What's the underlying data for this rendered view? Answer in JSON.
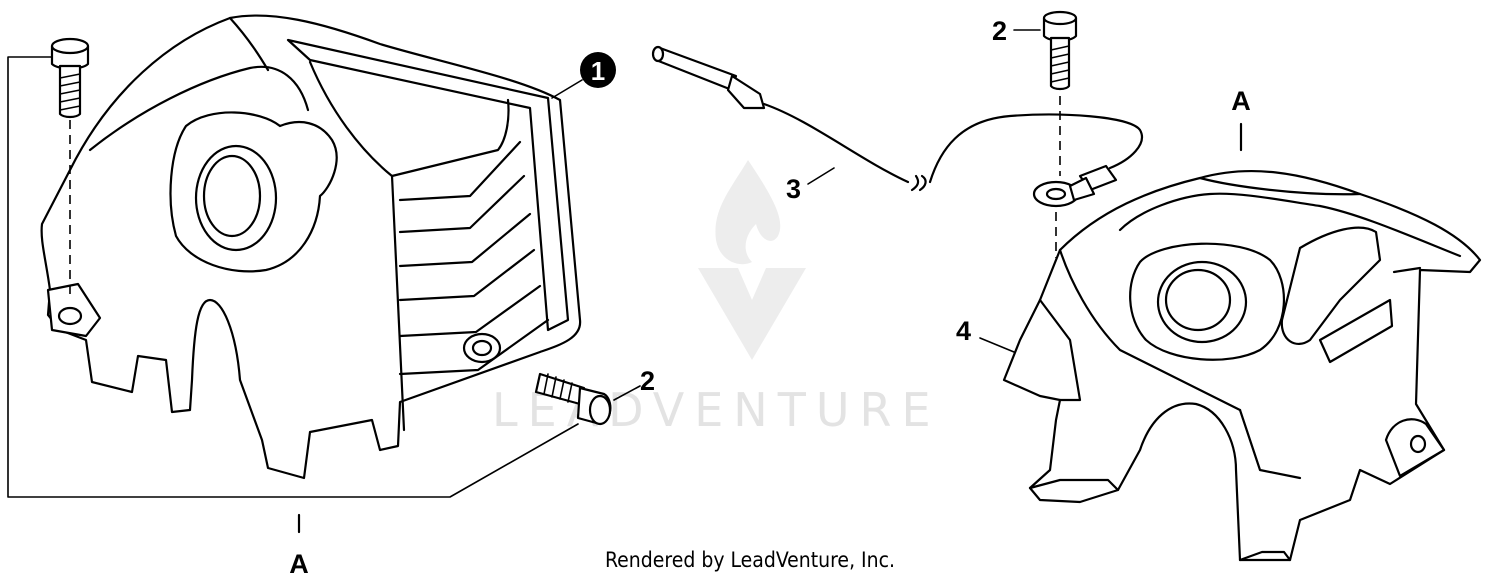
{
  "callouts": {
    "part_1": "1",
    "part_2_top": "2",
    "part_2_bottom": "2",
    "part_3": "3",
    "part_4": "4",
    "ref_a_left": "A",
    "ref_a_right": "A"
  },
  "watermark": {
    "brand": "LEADVENTURE",
    "icon": "flame-v-logo-icon"
  },
  "footer": {
    "credit": "Rendered by LeadVenture, Inc."
  },
  "colors": {
    "line": "#000000",
    "background": "#ffffff",
    "watermark": "#e3e3e3"
  }
}
